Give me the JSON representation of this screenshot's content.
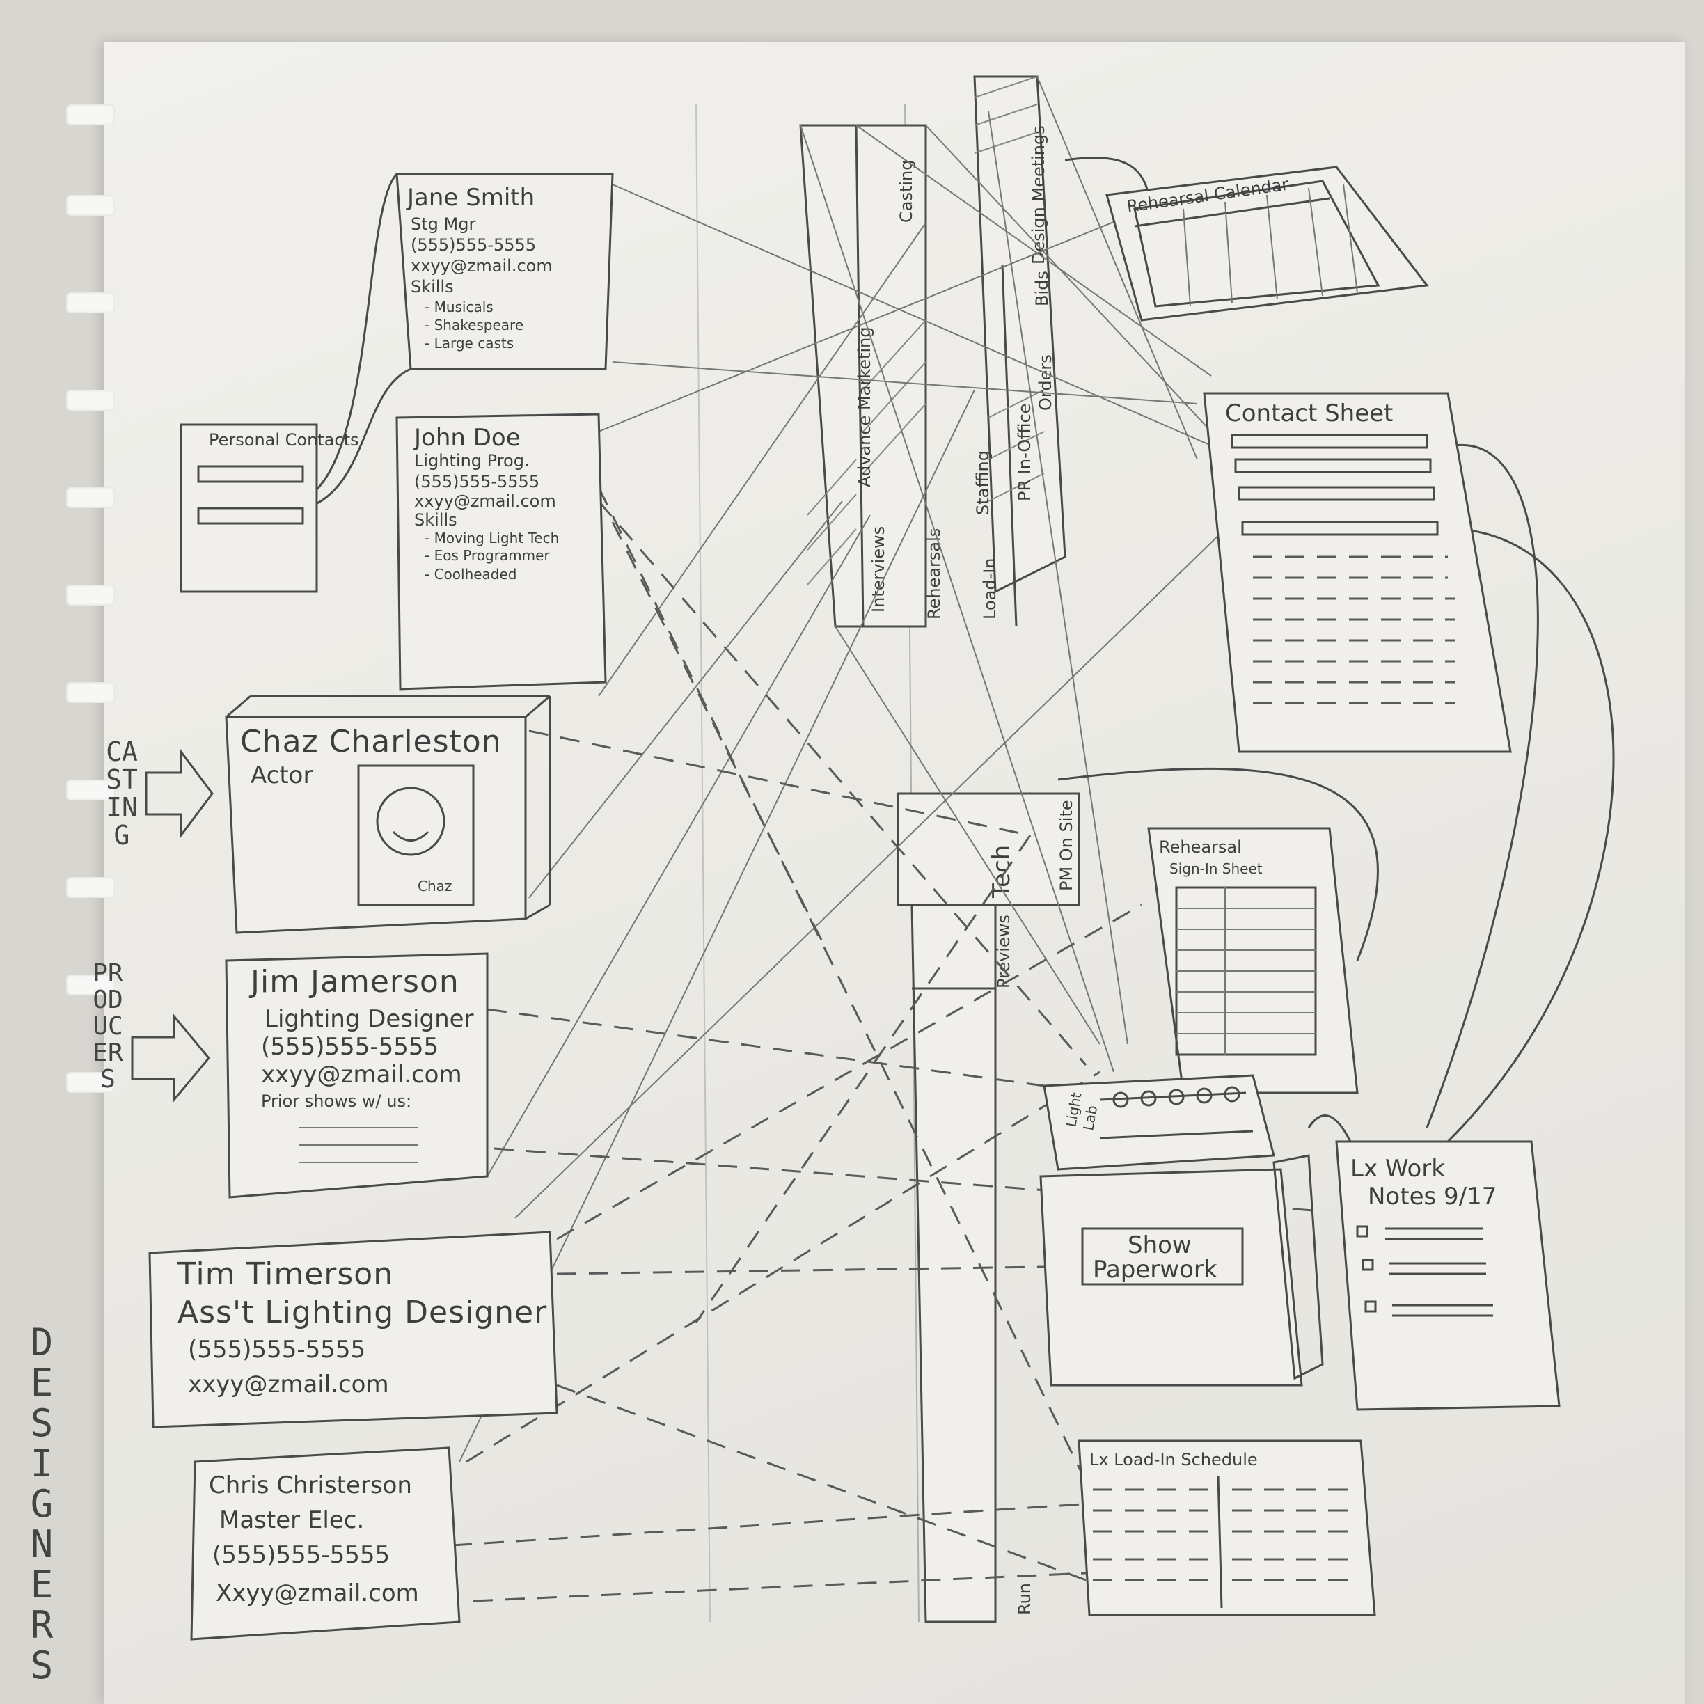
{
  "cards": {
    "jane": {
      "name": "Jane Smith",
      "lines": [
        "Stg Mgr",
        "(555)555-5555",
        "xxyy@zmail.com",
        "Skills",
        "- Musicals",
        "- Shakespeare",
        "- Large casts"
      ]
    },
    "personal": {
      "title": "Personal Contacts"
    },
    "john": {
      "name": "John Doe",
      "lines": [
        "Lighting Prog.",
        "(555)555-5555",
        "xxyy@zmail.com",
        "Skills",
        "- Moving Light Tech",
        "- Eos Programmer",
        "- Coolheaded"
      ]
    },
    "chaz": {
      "name": "Chaz Charleston",
      "role": "Actor",
      "photo_caption": "Chaz"
    },
    "jim": {
      "name": "Jim Jamerson",
      "lines": [
        "Lighting Designer",
        "(555)555-5555",
        "xxyy@zmail.com",
        "Prior shows w/ us:"
      ]
    },
    "tim": {
      "name": "Tim Timerson",
      "lines": [
        "Ass't Lighting Designer",
        "(555)555-5555",
        "xxyy@zmail.com"
      ]
    },
    "chris": {
      "name": "Chris Christerson",
      "lines": [
        "Master Elec.",
        "(555)555-5555",
        "Xxyy@zmail.com"
      ]
    }
  },
  "side_labels": {
    "casting": "CASTING",
    "producers": "PRODUCERS",
    "designers": "DESIGNERS"
  },
  "timeline": {
    "left_column": [
      "Interviews",
      "Advance Marketing",
      "Rehearsals",
      "Casting"
    ],
    "mid_column": [
      "Load-In",
      "Staffing",
      "PR In-Office",
      "Orders",
      "Bids",
      "Design Meetings"
    ],
    "lower": [
      "Tech",
      "PM On Site",
      "Previews",
      "Run"
    ]
  },
  "documents": {
    "rehearsal_calendar": "Rehearsal Calendar",
    "contact_sheet": "Contact Sheet",
    "signin": [
      "Rehearsal",
      "Sign-In Sheet"
    ],
    "light_lab": [
      "Light",
      "Lab"
    ],
    "show_paperwork": [
      "Show",
      "Paperwork"
    ],
    "lx_work_notes": [
      "Lx Work",
      "Notes 9/17"
    ],
    "lx_loadin": "Lx Load-In Schedule"
  }
}
